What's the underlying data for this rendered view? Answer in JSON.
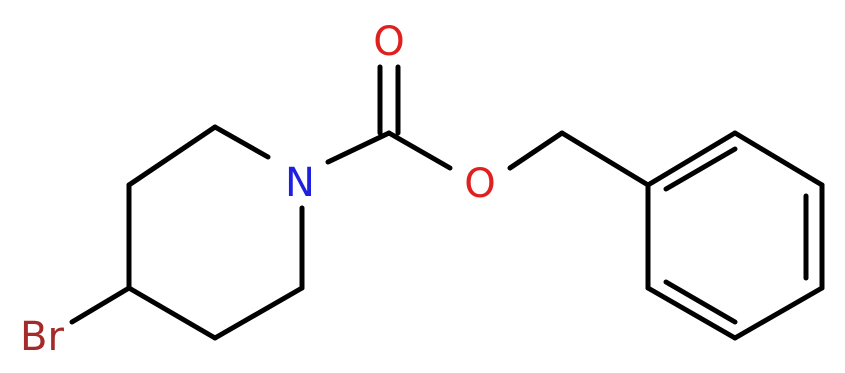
{
  "molecule": {
    "atoms": {
      "n1": {
        "symbol": "N",
        "color": "#1f1fe0"
      },
      "o_carbonyl": {
        "symbol": "O",
        "color": "#e01f1f"
      },
      "o_ester": {
        "symbol": "O",
        "color": "#e01f1f"
      },
      "br": {
        "symbol": "Br",
        "color": "#a52a2a"
      }
    },
    "bond_color": "#000000"
  }
}
